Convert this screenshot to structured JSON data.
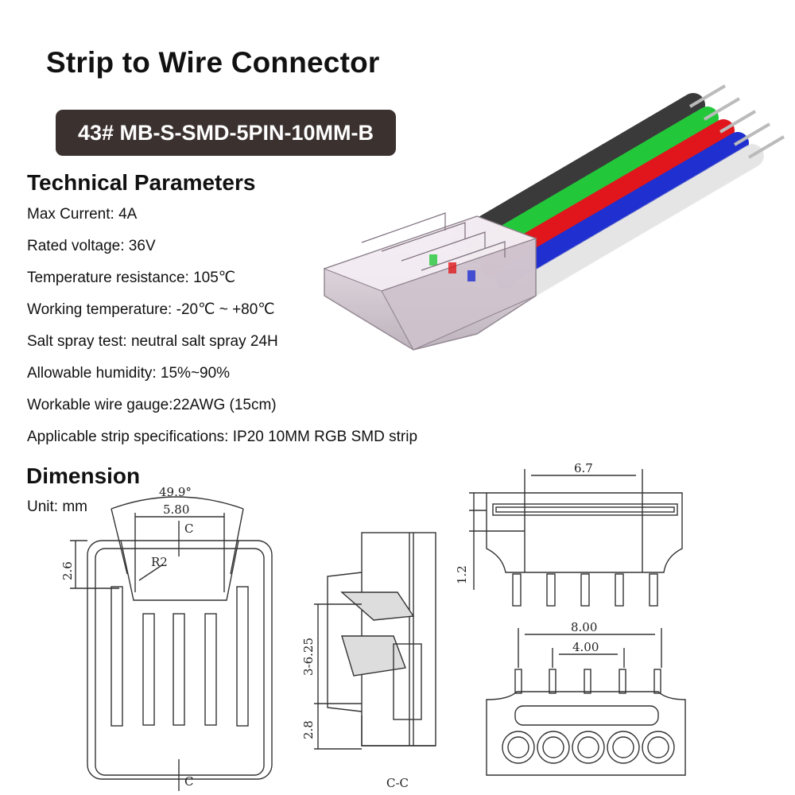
{
  "title": "Strip to Wire Connector",
  "model": "43# MB-S-SMD-5PIN-10MM-B",
  "technical": {
    "heading": "Technical Parameters",
    "params": [
      "Max Current: 4A",
      "Rated voltage: 36V",
      "Temperature resistance: 105℃",
      "Working temperature: -20℃ ~ +80℃",
      "Salt spray test: neutral salt spray 24H",
      "Allowable humidity: 15%~90%",
      "Workable wire gauge:22AWG  (15cm)",
      "Applicable strip specifications: IP20 10MM  RGB SMD strip"
    ]
  },
  "dimension": {
    "heading": "Dimension",
    "unit": "Unit: mm",
    "labels": {
      "angle": "49.9°",
      "top_width": "5.80",
      "section_mark": "C",
      "radius": "R2",
      "left_height": "2.6",
      "section_height": "3-6.25",
      "section_bottom": "2.8",
      "section_caption": "C-C",
      "front_width": "6.7",
      "front_height": "1.2",
      "pitch_total": "8.00",
      "pitch": "4.00"
    }
  },
  "colors": {
    "badge_bg": "#3b3230",
    "wires": [
      "#3a3a3a",
      "#22c83a",
      "#e0161c",
      "#1f2fd0",
      "#f0f0f0"
    ]
  }
}
